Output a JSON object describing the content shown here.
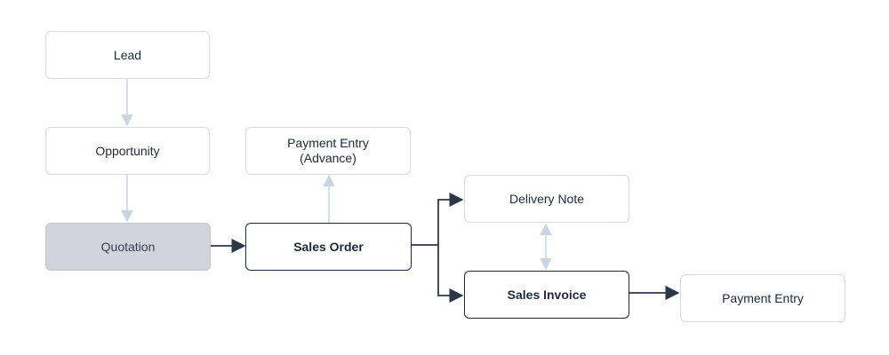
{
  "nodes": {
    "lead": "Lead",
    "opportunity": "Opportunity",
    "quotation": "Quotation",
    "sales_order": "Sales Order",
    "payment_entry_advance": "Payment Entry\n(Advance)",
    "delivery_note": "Delivery Note",
    "sales_invoice": "Sales Invoice",
    "payment_entry": "Payment Entry"
  },
  "colors": {
    "active_edge": "#2d3748",
    "inactive_edge": "#cbd5e0",
    "current_node_fill": "#d1d5db"
  }
}
